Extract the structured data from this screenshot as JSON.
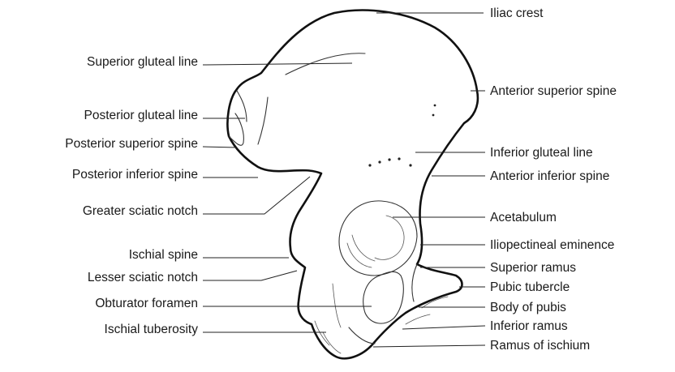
{
  "labels": {
    "left": [
      "Superior gluteal line",
      "Posterior gluteal line",
      "Posterior superior spine",
      "Posterior inferior spine",
      "Greater sciatic notch",
      "Ischial spine",
      "Lesser sciatic notch",
      "Obturator foramen",
      "Ischial tuberosity"
    ],
    "right": [
      "Iliac crest",
      "Anterior superior spine",
      "Inferior gluteal line",
      "Anterior inferior spine",
      "Acetabulum",
      "Iliopectineal eminence",
      "Superior ramus",
      "Pubic tubercle",
      "Body of pubis",
      "Inferior ramus",
      "Ramus of ischium"
    ]
  }
}
